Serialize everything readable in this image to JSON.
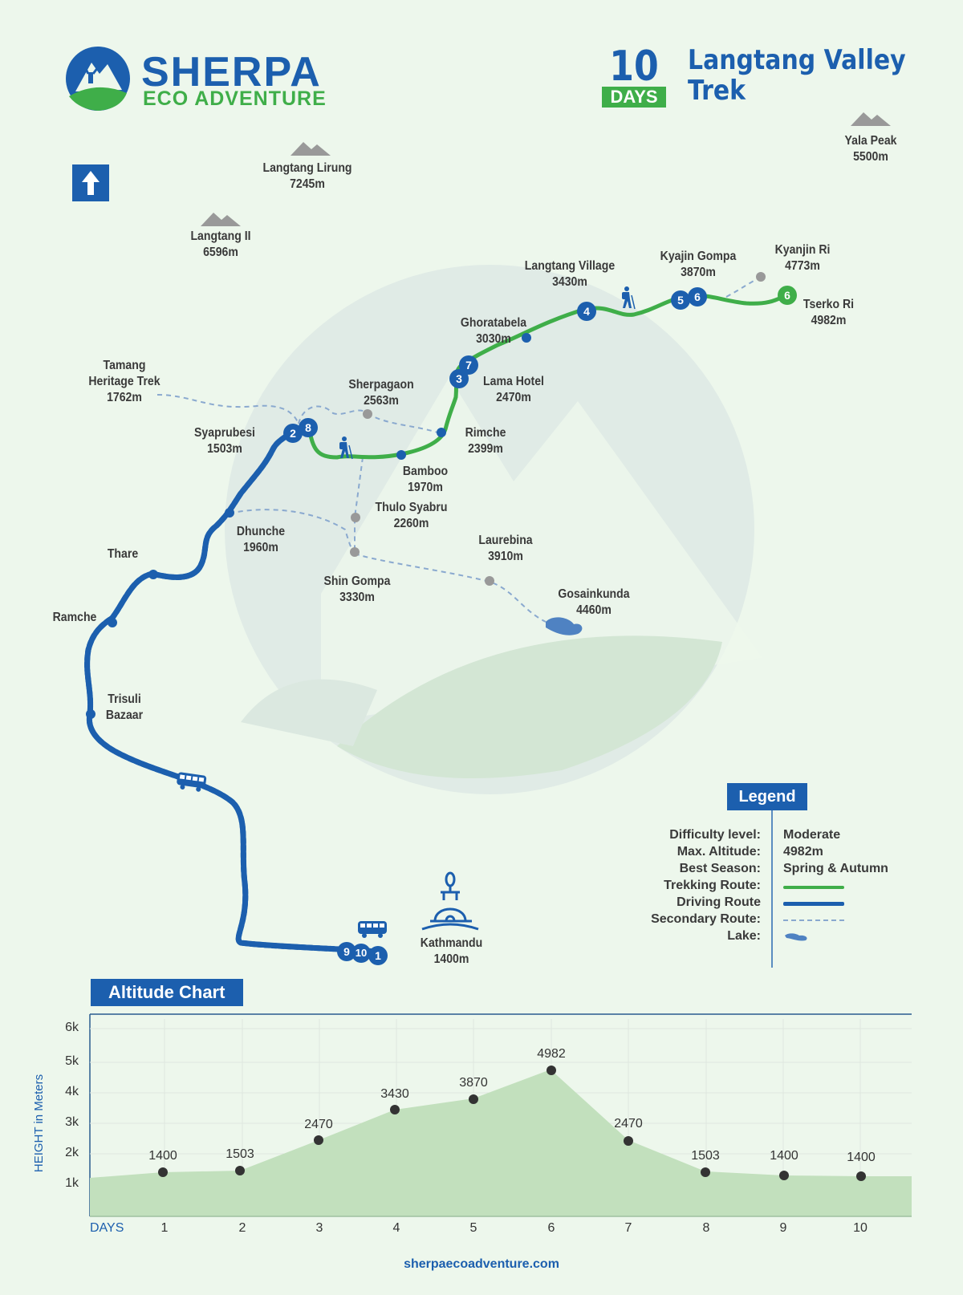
{
  "brand": {
    "main": "SHERPA",
    "sub": "ECO ADVENTURE"
  },
  "header": {
    "days_number": "10",
    "days_label": "DAYS",
    "title_line1": "Langtang Valley",
    "title_line2": "Trek"
  },
  "compass": {
    "icon": "north-arrow-icon"
  },
  "colors": {
    "primary_blue": "#1c5fae",
    "trek_green": "#3fae49",
    "background": "#edf7ec",
    "secondary_route": "#8aa9cf",
    "lake": "#4f82c2",
    "chart_fill": "#c2e0bd"
  },
  "peaks": [
    {
      "name": "Langtang Lirung",
      "alt": "7245m"
    },
    {
      "name": "Langtang II",
      "alt": "6596m"
    },
    {
      "name": "Yala Peak",
      "alt": "5500m"
    }
  ],
  "places": {
    "langtang_village": {
      "name": "Langtang Village",
      "alt": "3430m"
    },
    "kyajin_gompa": {
      "name": "Kyajin Gompa",
      "alt": "3870m"
    },
    "kyanjin_ri": {
      "name": "Kyanjin Ri",
      "alt": "4773m"
    },
    "tserko_ri": {
      "name": "Tserko Ri",
      "alt": "4982m"
    },
    "ghoratabela": {
      "name": "Ghoratabela",
      "alt": "3030m"
    },
    "lama_hotel": {
      "name": "Lama Hotel",
      "alt": "2470m"
    },
    "tamang": {
      "name1": "Tamang",
      "name2": "Heritage Trek",
      "alt": "1762m"
    },
    "sherpagaon": {
      "name": "Sherpagaon",
      "alt": "2563m"
    },
    "syaprubesi": {
      "name": "Syaprubesi",
      "alt": "1503m"
    },
    "rimche": {
      "name": "Rimche",
      "alt": "2399m"
    },
    "bamboo": {
      "name": "Bamboo",
      "alt": "1970m"
    },
    "thulo_syabru": {
      "name": "Thulo Syabru",
      "alt": "2260m"
    },
    "dhunche": {
      "name": "Dhunche",
      "alt": "1960m"
    },
    "thare": {
      "name": "Thare"
    },
    "laurebina": {
      "name": "Laurebina",
      "alt": "3910m"
    },
    "shin_gompa": {
      "name": "Shin Gompa",
      "alt": "3330m"
    },
    "gosainkunda": {
      "name": "Gosainkunda",
      "alt": "4460m"
    },
    "ramche": {
      "name": "Ramche"
    },
    "trisuli": {
      "name1": "Trisuli",
      "name2": "Bazaar"
    },
    "kathmandu": {
      "name": "Kathmandu",
      "alt": "1400m"
    }
  },
  "day_markers": {
    "m1": "1",
    "m2": "2",
    "m3": "3",
    "m4": "4",
    "m5": "5",
    "m6": "6",
    "m6g": "6",
    "m7": "7",
    "m8": "8",
    "m9": "9",
    "m10": "10"
  },
  "legend": {
    "title": "Legend",
    "rows": [
      {
        "label": "Difficulty level:",
        "value": "Moderate"
      },
      {
        "label": "Max. Altitude:",
        "value": "4982m"
      },
      {
        "label": "Best Season:",
        "value": "Spring & Autumn"
      },
      {
        "label": "Trekking Route:",
        "symbol": "green-solid-line"
      },
      {
        "label": "Driving Route",
        "symbol": "blue-double-line"
      },
      {
        "label": "Secondary Route:",
        "symbol": "dashed-line"
      },
      {
        "label": "Lake:",
        "symbol": "lake-shape"
      }
    ]
  },
  "chart_title": "Altitude Chart",
  "chart_data": {
    "type": "area",
    "title": "Altitude Chart",
    "xlabel": "DAYS",
    "ylabel": "HEIGHT in Meters",
    "categories": [
      "1",
      "2",
      "3",
      "4",
      "5",
      "6",
      "7",
      "8",
      "9",
      "10"
    ],
    "values": [
      1400,
      1503,
      2470,
      3430,
      3870,
      4982,
      2470,
      1503,
      1400,
      1400
    ],
    "y_ticks": [
      "1k",
      "2k",
      "3k",
      "4k",
      "5k",
      "6k"
    ],
    "ylim": [
      0,
      6500
    ],
    "grid": true
  },
  "footer": {
    "url": "sherpaecoadventure.com"
  }
}
